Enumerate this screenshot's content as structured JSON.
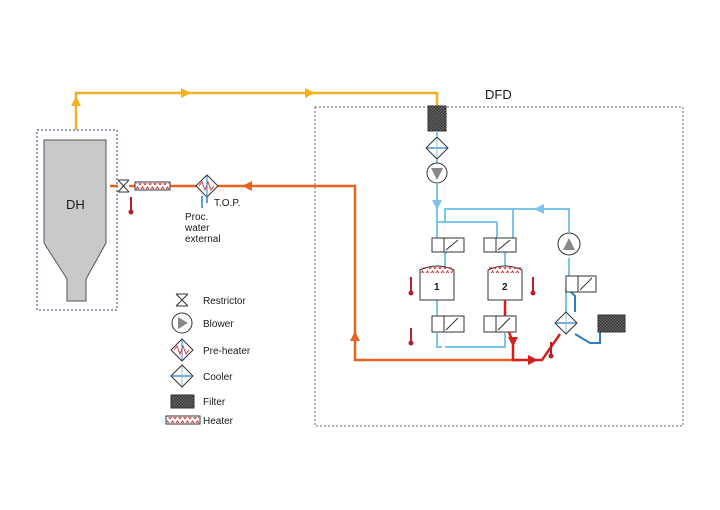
{
  "labels": {
    "dh": "DH",
    "dfd": "DFD",
    "top": "T.O.P.",
    "proc_1": "Proc.",
    "proc_2": "water",
    "proc_3": "external",
    "bed_1": "1",
    "bed_2": "2"
  },
  "legend": [
    {
      "icon": "restrictor-icon",
      "label": "Restrictor"
    },
    {
      "icon": "blower-icon",
      "label": "Blower"
    },
    {
      "icon": "pre-heater-icon",
      "label": "Pre-heater"
    },
    {
      "icon": "cooler-icon",
      "label": "Cooler"
    },
    {
      "icon": "filter-icon",
      "label": "Filter"
    },
    {
      "icon": "heater-icon",
      "label": "Heater"
    }
  ],
  "colors": {
    "yellow_line": "#f2b224",
    "orange_line": "#e8641e",
    "light_blue_line": "#7cc4e8",
    "dark_blue_line": "#2f7fc0",
    "red_line": "#d71e1e",
    "hopper_fill": "#c8c9cb",
    "heater_red": "#d73a3a",
    "thermo_red": "#b3202a"
  }
}
